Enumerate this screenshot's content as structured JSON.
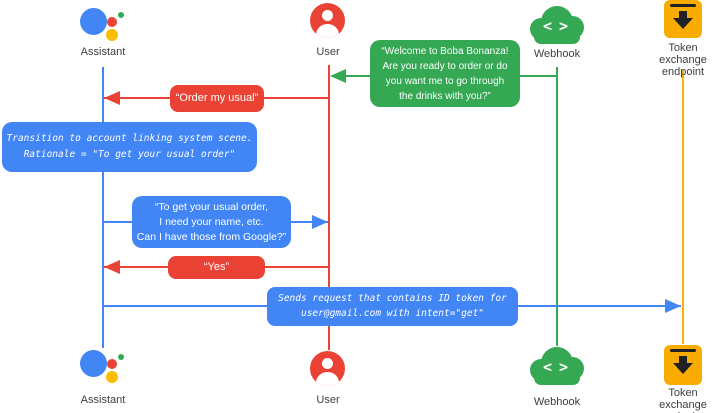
{
  "palette": {
    "blue": "#4285F4",
    "red": "#EA4335",
    "green": "#34A853",
    "amber_icon": "#F9AB00",
    "amber_line": "#F4B400",
    "label_gray": "#3C4043"
  },
  "actors": {
    "assistant": {
      "label": "Assistant"
    },
    "user": {
      "label": "User"
    },
    "webhook": {
      "label": "Webhook",
      "bracket_left": "<",
      "bracket_right": ">"
    },
    "token_endpoint": {
      "label": "Token exchange\nendpoint"
    }
  },
  "messages": {
    "welcome": {
      "from": "webhook",
      "to": "user",
      "text": "“Welcome to Boba Bonanza!\nAre you ready to order or do\nyou want me to go through\nthe drinks with you?”"
    },
    "order_usual": {
      "from": "user",
      "to": "assistant",
      "text": "“Order my usual”"
    },
    "transition_note": {
      "on": "assistant",
      "text": "Transition to account linking system scene.\nRationale = \"To get your usual order\""
    },
    "ask_info": {
      "from": "assistant",
      "to": "user",
      "text": "“To get your usual order,\nI need your name, etc.\nCan I have those from Google?”"
    },
    "yes": {
      "from": "user",
      "to": "assistant",
      "text": "“Yes”"
    },
    "sends_request": {
      "from": "assistant",
      "to": "token_endpoint",
      "text": "Sends request that contains ID token for\nuser@gmail.com with intent=\"get\""
    }
  }
}
